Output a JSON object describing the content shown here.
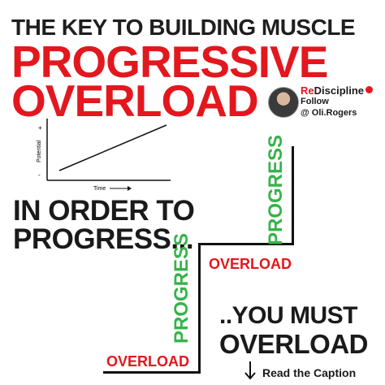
{
  "header": {
    "line1": "THE KEY TO BUILDING MUSCLE",
    "line2": "PROGRESSIVE",
    "line3": "OVERLOAD"
  },
  "profile": {
    "brand_re": "Re",
    "brand_rest": "Discipline",
    "follow": "Follow",
    "handle": "@ Oli.Rogers"
  },
  "mini_chart": {
    "ylabel": "Potential",
    "xlabel": "Time",
    "y_plus": "+",
    "y_minus": "-"
  },
  "middle": {
    "line1": "IN ORDER TO",
    "line2": "PROGRESS..."
  },
  "staircase": {
    "overload_low": "OVERLOAD",
    "overload_mid": "OVERLOAD",
    "progress_low": "PROGRESS",
    "progress_up": "PROGRESS"
  },
  "bottom": {
    "line1": "..YOU MUST",
    "line2": "OVERLOAD"
  },
  "footer": {
    "caption": "Read the Caption",
    "arrow_icon": "arrow-down-icon"
  },
  "colors": {
    "red": "#e3171e",
    "green": "#36b34a",
    "dark": "#1a1a1a"
  }
}
